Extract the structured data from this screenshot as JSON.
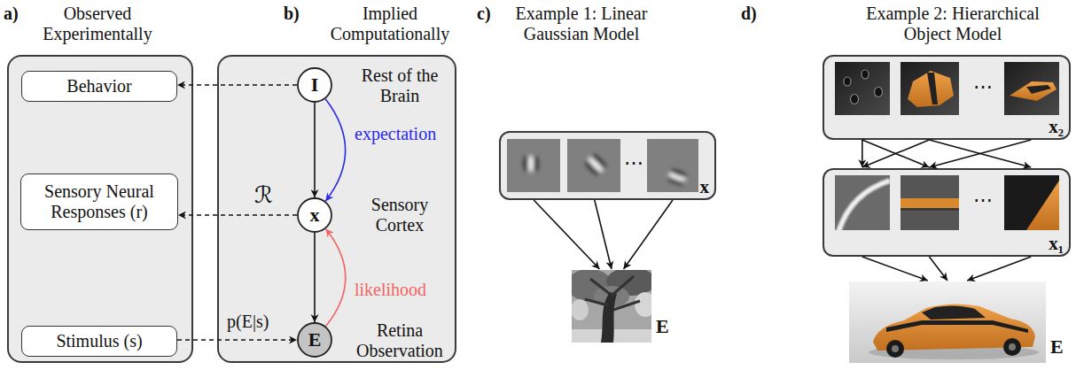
{
  "diagram": {
    "nodes": [
      {
        "text": [
          "Observed Experimentally"
        ]
      },
      {
        "text": [
          "Behavior"
        ],
        "in": 0
      },
      {
        "text": [
          "Sensory Neural Responses (r)"
        ],
        "in": 0
      },
      {
        "text": [
          "Stimulus (s)"
        ],
        "in": 0
      },
      {
        "text": [
          "Implied Computationally"
        ]
      },
      {
        "text": [
          "I"
        ],
        "in": 4
      },
      {
        "text": [
          "x"
        ],
        "in": 4
      },
      {
        "text": [
          "E"
        ],
        "in": 4
      },
      {
        "text": [
          "x"
        ]
      },
      {
        "text": [
          "E"
        ]
      },
      {
        "text": [
          "x₂"
        ]
      },
      {
        "text": [
          "x₁"
        ]
      },
      {
        "text": [
          "E"
        ]
      }
    ],
    "edges": [
      {
        "from": 5,
        "to": 6,
        "arrow": "to"
      },
      {
        "from": 6,
        "to": 7,
        "arrow": "to"
      },
      {
        "from": 5,
        "to": 6,
        "arrow": "to",
        "label": "expectation"
      },
      {
        "from": 7,
        "to": 6,
        "arrow": "to",
        "label": "likelihood"
      },
      {
        "from": 5,
        "to": 1,
        "arrow": "to"
      },
      {
        "from": 6,
        "to": 2,
        "arrow": "to",
        "label": "ℛ"
      },
      {
        "from": 3,
        "to": 7,
        "arrow": "to",
        "label": "p(E|s)"
      },
      {
        "from": 8,
        "to": 9,
        "arrow": "to"
      },
      {
        "from": 10,
        "to": 11,
        "arrow": "to"
      },
      {
        "from": 11,
        "to": 12,
        "arrow": "to"
      }
    ],
    "labels": [
      "a)",
      "b)",
      "c)",
      "d)",
      "Rest of the Brain",
      "Sensory Cortex",
      "Retina Observation",
      "Example 1: Linear Gaussian Model",
      "Example 2: Hierarchical Object Model",
      "⋯",
      "⋯",
      "⋯"
    ]
  }
}
